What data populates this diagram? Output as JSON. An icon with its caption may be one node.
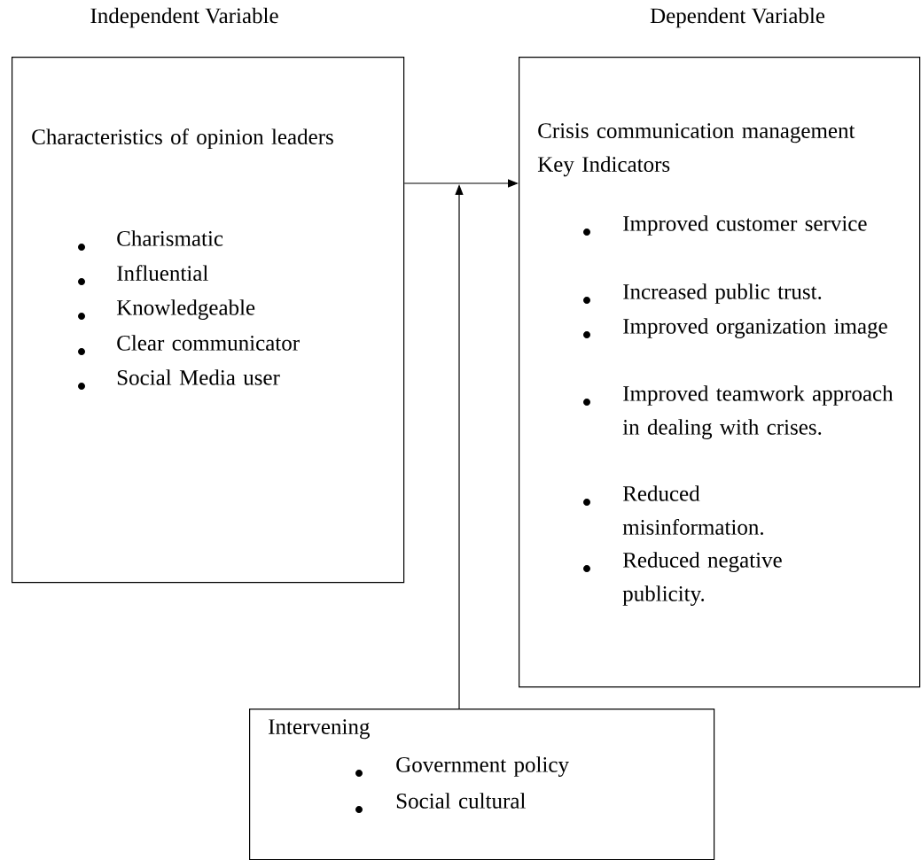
{
  "diagram": {
    "nodes": [
      {
        "text": [
          "Independent Variable",
          "Characteristics of opinion leaders",
          "Charismatic",
          "Influential",
          "Knowledgeable",
          "Clear communicator",
          "Social Media user"
        ]
      },
      {
        "text": [
          "Dependent Variable",
          "Crisis communication management Key Indicators",
          "Improved customer service",
          "Increased public trust.",
          "Improved organization image",
          "Improved teamwork approach in dealing with crises.",
          "Reduced misinformation.",
          "Reduced negative publicity."
        ]
      },
      {
        "text": [
          "Intervening",
          "Government policy",
          "Social cultural"
        ]
      }
    ],
    "edges": [
      {
        "from": 0,
        "to": 1,
        "arrow": "to"
      },
      {
        "from": 2,
        "to": null,
        "arrow": "to"
      }
    ]
  }
}
